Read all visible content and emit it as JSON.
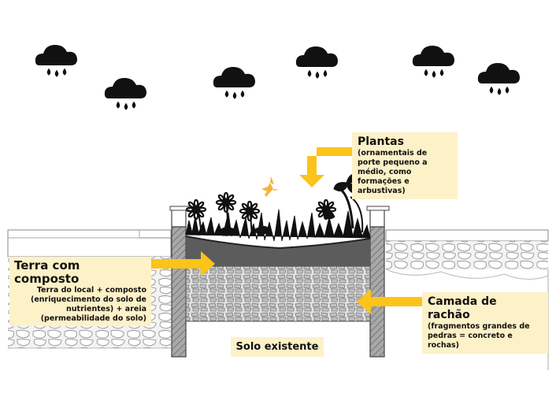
{
  "labels": {
    "plantas": {
      "title": "Plantas",
      "desc": "(ornamentais de porte pequeno a médio, como formações e arbustivas)"
    },
    "terra": {
      "title": "Terra com composto",
      "desc": "Terra do local + composto (enriquecimento do solo de nutrientes) + areia (permeabilidade do solo)"
    },
    "rachao": {
      "title": "Camada de rachão",
      "desc": "(fragmentos grandes de pedras = concreto e rochas)"
    },
    "solo": {
      "title": "Solo existente"
    }
  },
  "colors": {
    "arrow": "#fcc419",
    "label_bg": "#fdf1c8",
    "soil": "#5c5c5c",
    "gravel": "#d4d4d4",
    "wall": "#9a9a9a",
    "cloud": "#111111",
    "bird": "#f4b33a"
  },
  "icons": [
    "rain-cloud-icon",
    "flower-icon",
    "hummingbird-icon",
    "arrow-icon"
  ]
}
